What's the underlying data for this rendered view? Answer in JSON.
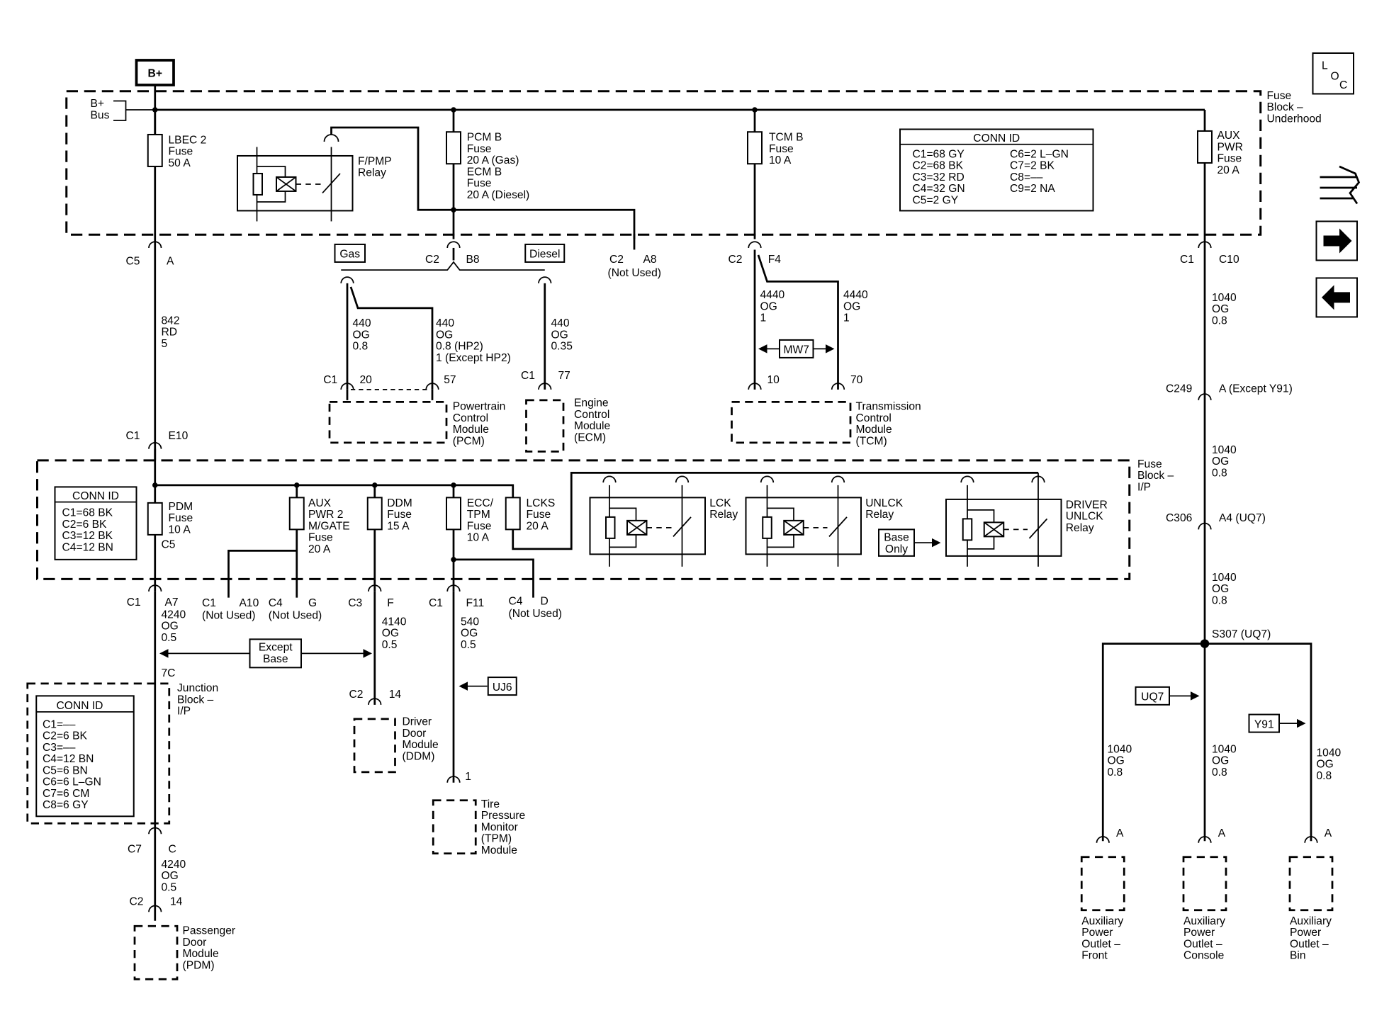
{
  "top_label": "B+",
  "loc_icon": {
    "name": "loc-icon",
    "l": "L",
    "o": "O",
    "c": "C"
  },
  "nav": {
    "wiring_icon": "wiring-harness-icon",
    "next_icon": "arrow-right-icon",
    "prev_icon": "arrow-left-icon"
  },
  "underhood": {
    "title": [
      "Fuse",
      "Block –",
      "Underhood"
    ],
    "bus": [
      "B+",
      "Bus"
    ],
    "conn_id": {
      "title": "CONN ID",
      "left": [
        "C1=68 GY",
        "C2=68 BK",
        "C3=32 RD",
        "C4=32 GN",
        "C5=2 GY"
      ],
      "right": [
        "C6=2 L–GN",
        "C7=2 BK",
        "C8=––",
        "C9=2 NA"
      ]
    },
    "lbec_fuse": [
      "LBEC 2",
      "Fuse",
      "50 A"
    ],
    "fpmp_relay": [
      "F/PMP",
      "Relay"
    ],
    "pcm_fuse": [
      "PCM B",
      "Fuse",
      "20 A (Gas)",
      "ECM B",
      "Fuse",
      "20 A (Diesel)"
    ],
    "tcm_fuse": [
      "TCM B",
      "Fuse",
      "10 A"
    ],
    "aux_fuse": [
      "AUX",
      "PWR",
      "Fuse",
      "20 A"
    ]
  },
  "connectors": {
    "c5": "C5",
    "c5_pin": "A",
    "c2_b8": "C2",
    "c2_b8_pin": "B8",
    "c2_a8": "C2",
    "c2_a8_pin": "A8",
    "not_used_a8": "(Not Used)",
    "c2_f4": "C2",
    "c2_f4_pin": "F4",
    "c1_c10": "C1",
    "c1_c10_pin": "C10",
    "c1_e10": "C1",
    "c1_e10_pin": "E10",
    "c249": "C249",
    "c249_pin": "A (Except Y91)",
    "c306": "C306",
    "c306_pin": "A4 (UQ7)",
    "s307": "S307 (UQ7)"
  },
  "tags": {
    "gas": "Gas",
    "diesel": "Diesel",
    "mw7": "MW7",
    "except_base": [
      "Except",
      "Base"
    ],
    "base_only": [
      "Base",
      "Only"
    ],
    "uj6": "UJ6",
    "uq7": "UQ7",
    "y91": "Y91"
  },
  "wires": {
    "w842": [
      "842",
      "RD",
      "5"
    ],
    "w440a": [
      "440",
      "OG",
      "0.8"
    ],
    "w440b": [
      "440",
      "OG",
      "0.8 (HP2)",
      "1 (Except HP2)"
    ],
    "w440c": [
      "440",
      "OG",
      "0.35"
    ],
    "w4440a": [
      "4440",
      "OG",
      "1"
    ],
    "w4440b": [
      "4440",
      "OG",
      "1"
    ],
    "w1040a": [
      "1040",
      "OG",
      "0.8"
    ],
    "w1040b": [
      "1040",
      "OG",
      "0.8"
    ],
    "w1040c": [
      "1040",
      "OG",
      "0.8"
    ],
    "w4240a": [
      "4240",
      "OG",
      "0.5"
    ],
    "w4140": [
      "4140",
      "OG",
      "0.5"
    ],
    "w540": [
      "540",
      "OG",
      "0.5"
    ],
    "w4240b": [
      "4240",
      "OG",
      "0.5"
    ],
    "w1040d": [
      "1040",
      "OG",
      "0.8"
    ],
    "w1040e": [
      "1040",
      "OG",
      "0.8"
    ],
    "w1040f": [
      "1040",
      "OG",
      "0.8"
    ]
  },
  "pcm": {
    "c1": "C1",
    "pin20": "20",
    "pin57": "57",
    "label": [
      "Powertrain",
      "Control",
      "Module",
      "(PCM)"
    ]
  },
  "ecm": {
    "c1": "C1",
    "pin77": "77",
    "label": [
      "Engine",
      "Control",
      "Module",
      "(ECM)"
    ]
  },
  "tcm": {
    "pin10": "10",
    "pin70": "70",
    "label": [
      "Transmission",
      "Control",
      "Module",
      "(TCM)"
    ]
  },
  "ip_block": {
    "title": [
      "Fuse",
      "Block –",
      "I/P"
    ],
    "conn_id": {
      "title": "CONN ID",
      "rows": [
        "C1=68 BK",
        "C2=6 BK",
        "C3=12 BK",
        "C4=12 BN"
      ]
    },
    "pdm_fuse": [
      "PDM",
      "Fuse",
      "10 A"
    ],
    "c5_label": "C5",
    "aux2_fuse": [
      "AUX",
      "PWR 2",
      "M/GATE",
      "Fuse",
      "20 A"
    ],
    "ddm_fuse": [
      "DDM",
      "Fuse",
      "15 A"
    ],
    "ecc_fuse": [
      "ECC/",
      "TPM",
      "Fuse",
      "10 A"
    ],
    "lcks_fuse": [
      "LCKS",
      "Fuse",
      "20 A"
    ],
    "lck_relay": [
      "LCK",
      "Relay"
    ],
    "unlck_relay": [
      "UNLCK",
      "Relay"
    ],
    "driver_relay": [
      "DRIVER",
      "UNLCK",
      "Relay"
    ]
  },
  "ip_outputs": {
    "c1_a7": "C1",
    "a7": "A7",
    "c1_a10": "C1",
    "a10": "A10",
    "not_used_a10": "(Not Used)",
    "c4_g": "C4",
    "g": "G",
    "not_used_g": "(Not Used)",
    "c3_f": "C3",
    "f": "F",
    "c1_f11": "C1",
    "f11": "F11",
    "c4_d": "C4",
    "d": "D",
    "not_used_d": "(Not Used)"
  },
  "junction": {
    "pin": "7C",
    "label": [
      "Junction",
      "Block –",
      "I/P"
    ],
    "conn_id": {
      "title": "CONN ID",
      "rows": [
        "C1=––",
        "C2=6 BK",
        "C3=––",
        "C4=12 BN",
        "C5=6 BN",
        "C6=6 L–GN",
        "C7=6 CM",
        "C8=6 GY"
      ]
    },
    "c7": "C7",
    "c7_pin": "C"
  },
  "ddm": {
    "c2": "C2",
    "pin14": "14",
    "label": [
      "Driver",
      "Door",
      "Module",
      "(DDM)"
    ]
  },
  "tpm": {
    "pin1": "1",
    "label": [
      "Tire",
      "Pressure",
      "Monitor",
      "(TPM)",
      "Module"
    ]
  },
  "pdm": {
    "c2": "C2",
    "pin14": "14",
    "label": [
      "Passenger",
      "Door",
      "Module",
      "(PDM)"
    ]
  },
  "outlets": {
    "front": {
      "pin": "A",
      "label": [
        "Auxiliary",
        "Power",
        "Outlet –",
        "Front"
      ]
    },
    "console": {
      "pin": "A",
      "label": [
        "Auxiliary",
        "Power",
        "Outlet –",
        "Console"
      ]
    },
    "bin": {
      "pin": "A",
      "label": [
        "Auxiliary",
        "Power",
        "Outlet –",
        "Bin"
      ]
    }
  }
}
